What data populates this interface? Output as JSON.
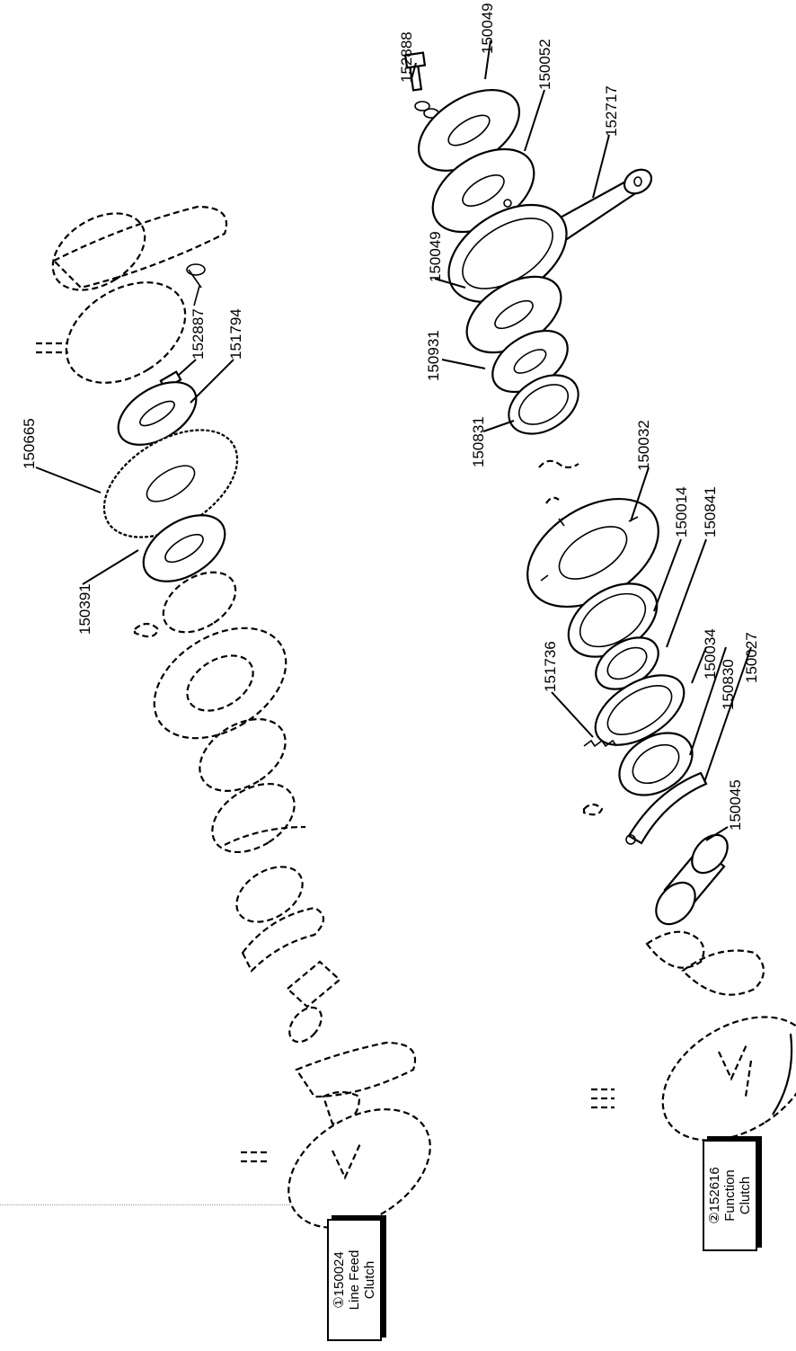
{
  "callouts": {
    "p152888": "152888",
    "p150049_top": "150049",
    "p150052": "150052",
    "p152717": "152717",
    "p150049_mid": "150049",
    "p150931": "150931",
    "p150831": "150831",
    "p150032": "150032",
    "p150014": "150014",
    "p150841": "150841",
    "p150034": "150034",
    "p150830": "150830",
    "p150027": "150027",
    "p150045": "150045",
    "p151736": "151736",
    "p152887": "152887",
    "p151794": "151794",
    "p150665": "150665",
    "p150391": "150391"
  },
  "assemblies": {
    "line_feed": {
      "number": "①150024",
      "name1": "Line Feed",
      "name2": "Clutch"
    },
    "function": {
      "number": "②152616",
      "name1": "Function",
      "name2": "Clutch"
    }
  }
}
